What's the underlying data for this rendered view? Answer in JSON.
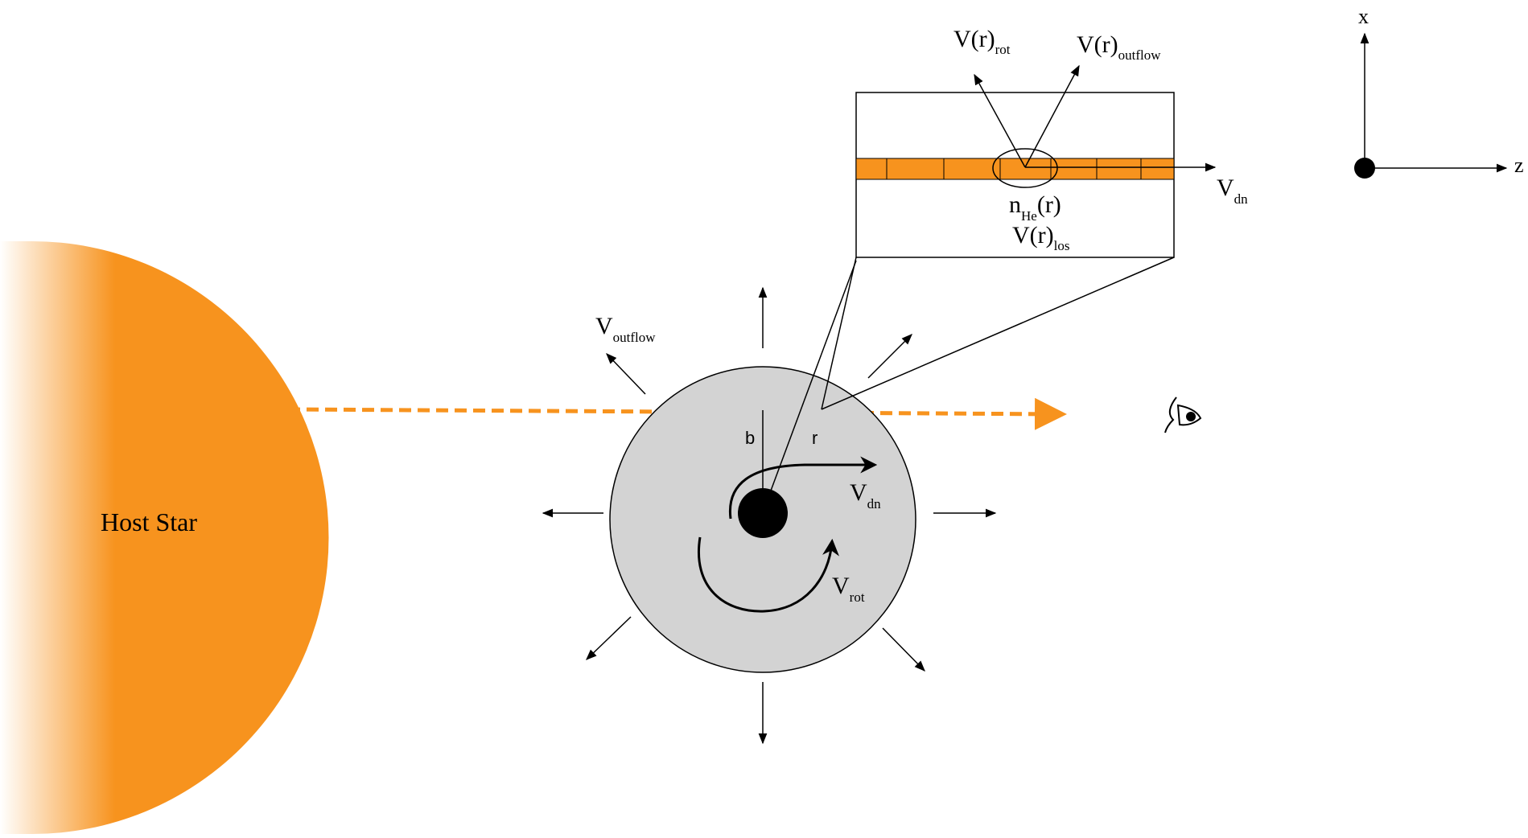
{
  "host_star": {
    "label": "Host Star"
  },
  "planet": {
    "impact_label": "b",
    "radius_label": "r",
    "outflow_label": {
      "main": "V",
      "sub": "outflow"
    },
    "dn_label": {
      "main": "V",
      "sub": "dn"
    },
    "rot_label": {
      "main": "V",
      "sub": "rot"
    }
  },
  "inset": {
    "rot_label": {
      "main": "V(r)",
      "sub": "rot"
    },
    "outflow_label": {
      "main": "V(r)",
      "sub": "outflow"
    },
    "dn_label": {
      "main": "V",
      "sub": "dn"
    },
    "density_label": {
      "main": "n",
      "sub": "He",
      "tail": "(r)"
    },
    "los_label": {
      "main": "V(r)",
      "sub": "los"
    }
  },
  "axes": {
    "x_label": "x",
    "z_label": "z"
  },
  "colors": {
    "star": "#f7931e",
    "planet_fill": "#d3d3d3",
    "sightline": "#f7931e",
    "column": "#f7931e"
  },
  "icons": {
    "observer": "eye-icon"
  }
}
